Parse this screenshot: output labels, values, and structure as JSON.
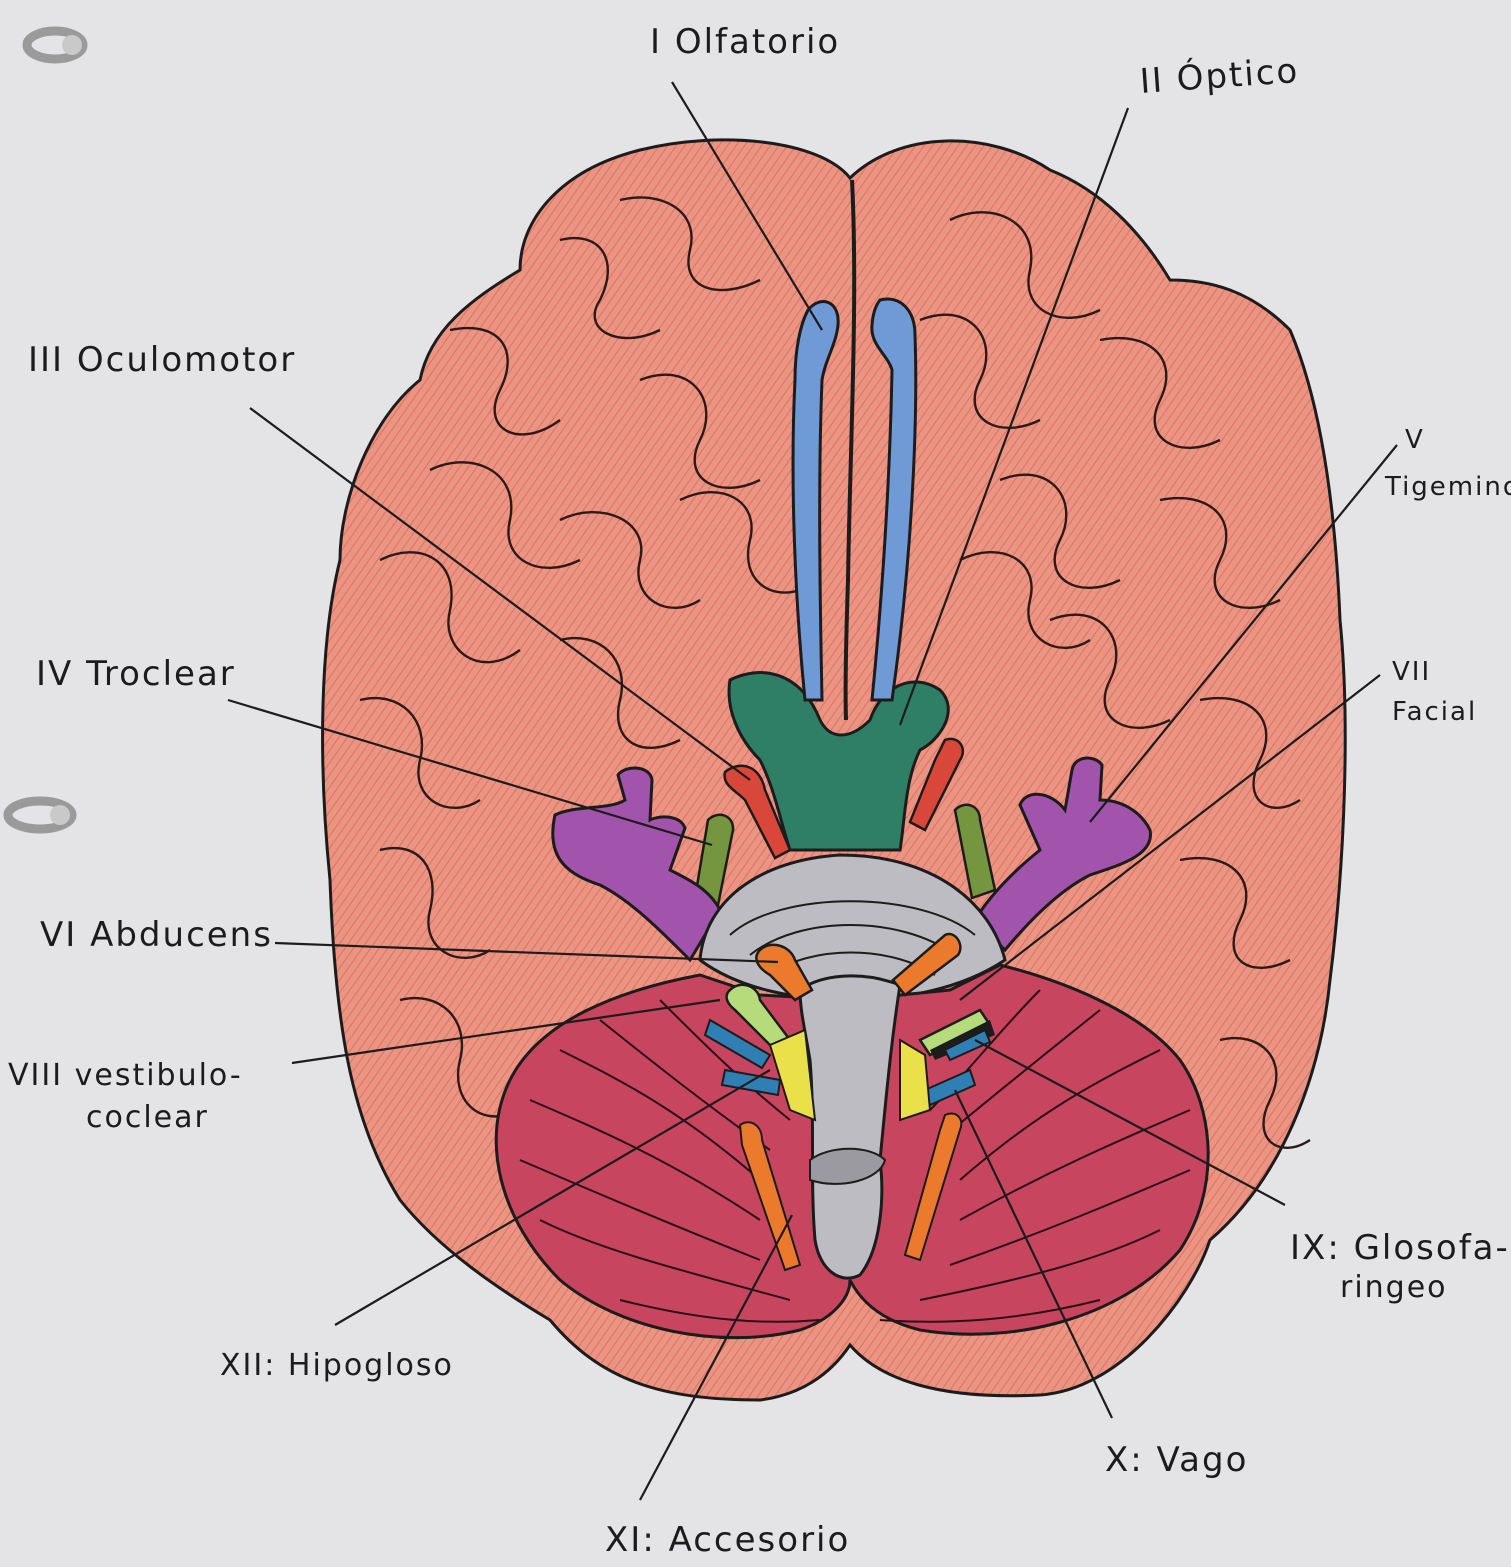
{
  "labels": {
    "olfatorio": "I Olfatorio",
    "optico": "II Óptico",
    "oculomotor": "III Oculomotor",
    "troclear": "IV Troclear",
    "trigemino_num": "V",
    "trigemino_name": "Tigemino",
    "abducens": "VI Abducens",
    "facial_num": "VII",
    "facial_name": "Facial",
    "vestibulo_line1": "VIII vestibulo-",
    "vestibulo_line2": "coclear",
    "glosofaringeo_line1": "IX: Glosofa-",
    "glosofaringeo_line2": "ringeo",
    "vago": "X: Vago",
    "accesorio": "XI: Accesorio",
    "hipogloso": "XII: Hipogloso"
  },
  "colors": {
    "paper": "#e4e4e6",
    "brain": "#e9907f",
    "olfactory": "#6f9ad6",
    "optic": "#2f7f66",
    "oculomotor": "#d9473a",
    "trochlear_abducens_green": "#76953f",
    "trigeminal": "#a254ad",
    "pons": "#bcbcc2",
    "cerebellum": "#c8455f",
    "orange_nerves": "#ec7a2c",
    "vestibulocochlear_blue": "#2f7fb5",
    "yellow": "#e9e04a",
    "light_green": "#b6db7a",
    "ink": "#1c1c1c"
  },
  "icons": [
    "binder-ring-icon",
    "binder-ring-icon"
  ]
}
